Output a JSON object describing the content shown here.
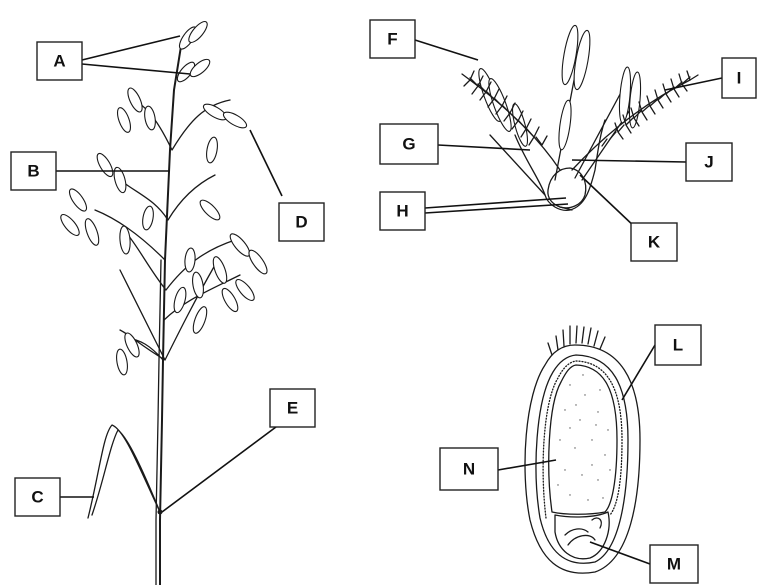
{
  "labels": {
    "A": "A",
    "B": "B",
    "C": "C",
    "D": "D",
    "E": "E",
    "F": "F",
    "G": "G",
    "H": "H",
    "I": "I",
    "J": "J",
    "K": "K",
    "L": "L",
    "M": "M",
    "N": "N"
  },
  "colors": {
    "ink": "#1a1a1a",
    "background": "#ffffff"
  }
}
